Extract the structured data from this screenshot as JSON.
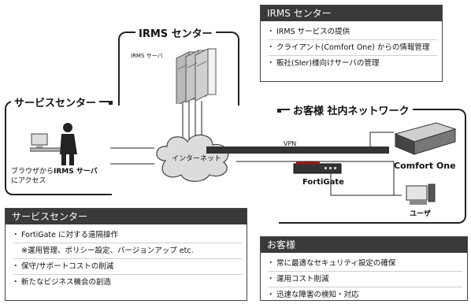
{
  "irms_info": {
    "title": "IRMS センター",
    "items": [
      "IRMS サービスの提供",
      "クライアント(Comfort One) からの情報管理",
      "販社(SIer)様向けサーバの管理"
    ]
  },
  "irms_center": {
    "title": "IRMS センター",
    "server_label": "IRMS サーバ"
  },
  "service_center": {
    "title": "サービスセンター",
    "caption_line1": "ブラウザから",
    "caption_bold": "IRMS サーバ",
    "caption_line2": "にアクセス"
  },
  "internet": {
    "label": "インターネット"
  },
  "vpn": {
    "label": "VPN"
  },
  "customer_network": {
    "title": "お客様  社内ネットワーク",
    "comfort_one": "Comfort One",
    "fortigate": "FortiGate",
    "user": "ユーザ"
  },
  "service_info": {
    "title": "サービスセンター",
    "items": [
      "FortiGate に対する遠隔操作",
      "※運用管理、ポリシー設定、バージョンアップ etc.",
      "保守/サポートコストの削減",
      "新たなビジネス機会の創造"
    ]
  },
  "customer_info": {
    "title": "お客様",
    "items": [
      "常に最適なセキュリティ設定の確保",
      "運用コスト削減",
      "迅速な障害の検知・対応"
    ]
  },
  "colors": {
    "header_bg": "#3a3a3a",
    "vpn_bar": "#333333",
    "cloud": "#dcdcdc"
  }
}
